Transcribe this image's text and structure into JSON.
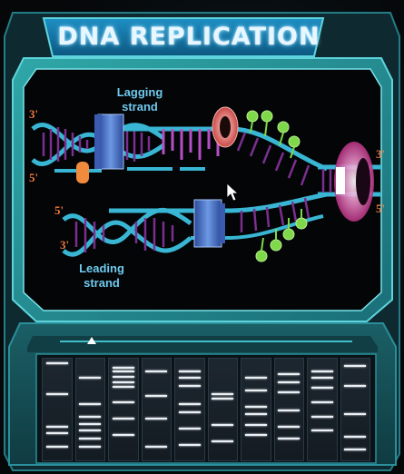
{
  "title": "DNA REPLICATION",
  "labels": {
    "lagging_line1": "Lagging",
    "lagging_line2": "strand",
    "leading_line1": "Leading",
    "leading_line2": "strand",
    "top_left_3": "3'",
    "mid_left_5": "5'",
    "bottom_left_5": "5'",
    "bottom_left_3": "3'",
    "right_3": "3'",
    "right_5": "5'"
  },
  "colors": {
    "frame": "#2a8f99",
    "frame_glow": "#5fd3db",
    "title_bar": "#1577a8",
    "backbone": "#39b6d3",
    "rungs": "#7b2f8e",
    "polymerase": "#4d74c8",
    "helicase": "#d64a9e",
    "clamp": "#e86f6f",
    "nucleotide": "#7fd84a",
    "primer": "#f08a3c",
    "label": "#6fc9ee",
    "end_label": "#f07a3c"
  },
  "slider_position": 0.11,
  "gel_lanes": [
    [
      0.04,
      0.34,
      0.66,
      0.72,
      0.86
    ],
    [
      0.18,
      0.44,
      0.56,
      0.63,
      0.7,
      0.78,
      0.86
    ],
    [
      0.08,
      0.12,
      0.17,
      0.22,
      0.27,
      0.42,
      0.58,
      0.74
    ],
    [
      0.12,
      0.36,
      0.58,
      0.86
    ],
    [
      0.12,
      0.18,
      0.26,
      0.44,
      0.52,
      0.68,
      0.84
    ],
    [
      0.34,
      0.38,
      0.64,
      0.8
    ],
    [
      0.18,
      0.3,
      0.46,
      0.54,
      0.64,
      0.74
    ],
    [
      0.14,
      0.22,
      0.32,
      0.5,
      0.66,
      0.78
    ],
    [
      0.12,
      0.18,
      0.28,
      0.42,
      0.56,
      0.7
    ],
    [
      0.06,
      0.26,
      0.54,
      0.76,
      0.88
    ]
  ]
}
